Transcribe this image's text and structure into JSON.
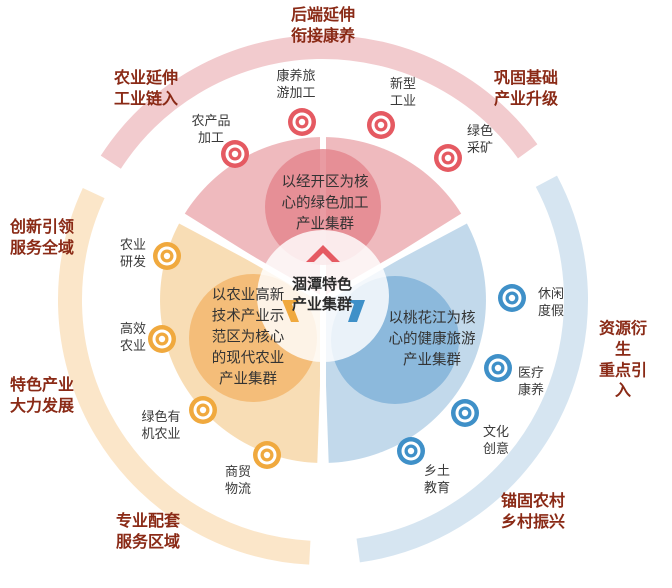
{
  "colors": {
    "red": "#e55a62",
    "red_ring": "#f2cbce",
    "red_fill": "#ecaeb3",
    "red_inner": "#e4858e",
    "orange": "#f0a93e",
    "orange_ring": "#fbe6c9",
    "orange_fill": "#f7d7a8",
    "orange_inner": "#f3b66b",
    "blue": "#3f90c8",
    "blue_ring": "#d6e5f1",
    "blue_fill": "#b7d2e8",
    "blue_inner": "#7cb0d7",
    "outer_text": "#8a2a16"
  },
  "outer_labels": [
    "后端延伸\n衔接康养",
    "巩固基础\n产业升级",
    "资源衍生\n重点引入",
    "锚固农村\n乡村振兴",
    "专业配套\n服务区域",
    "特色产业\n大力发展",
    "创新引领\n服务全域",
    "农业延伸\n工业链入"
  ],
  "node_labels": [
    "农产品\n加工",
    "康养旅\n游加工",
    "新型\n工业",
    "绿色\n采矿",
    "休闲\n度假",
    "医疗\n康养",
    "文化\n创意",
    "乡土\n教育",
    "农业\n研发",
    "高效\n农业",
    "绿色有\n机农业",
    "商贸\n物流"
  ],
  "sectors": {
    "top": "以经开区为核\n心的绿色加工\n产业集群",
    "right": "以桃花江为核\n心的健康旅游\n产业集群",
    "left": "以农业高新\n技术产业示\n范区为核心\n的现代农业\n产业集群"
  },
  "center": "涸潭特色\n产业集群"
}
